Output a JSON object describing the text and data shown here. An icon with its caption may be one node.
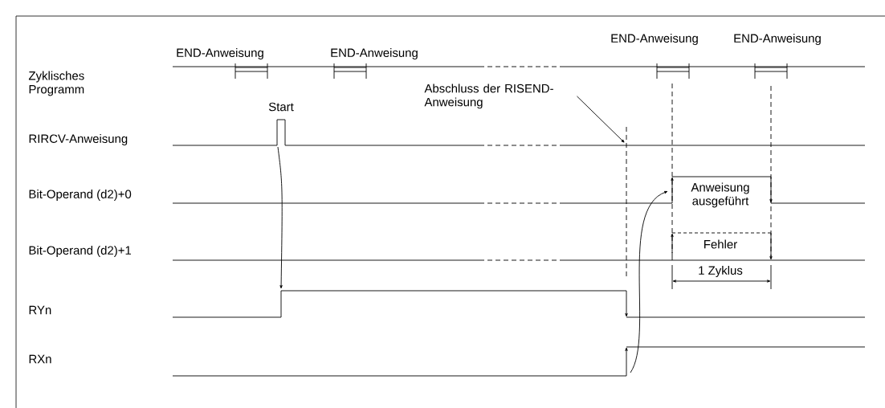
{
  "diagram": {
    "nodes": [
      {
        "text": [
          "Abschluss der RISEND-Anweisung"
        ]
      },
      {
        "text": [],
        "shape": "bar",
        "beside": [
          "Start"
        ]
      },
      {
        "text": [],
        "shape": "line"
      },
      {
        "text": [],
        "shape": "line"
      },
      {
        "text": [],
        "shape": "line"
      }
    ],
    "edges": [
      {
        "from": 0,
        "to": null,
        "arrow": "to"
      },
      {
        "from": 1,
        "to": 3,
        "arrow": "to"
      },
      {
        "from": 4,
        "to": 2,
        "arrow": "to"
      }
    ],
    "labels": [
      "END-Anweisung",
      "END-Anweisung",
      "END-Anweisung",
      "END-Anweisung",
      "Zyklisches Programm",
      "RIRCV-Anweisung",
      "Bit-Operand (d2)+0",
      "Anweisung ausgeführt",
      "Bit-Operand (d2)+1",
      "Fehler",
      "1 Zyklus",
      "RYn",
      "RXn"
    ]
  }
}
